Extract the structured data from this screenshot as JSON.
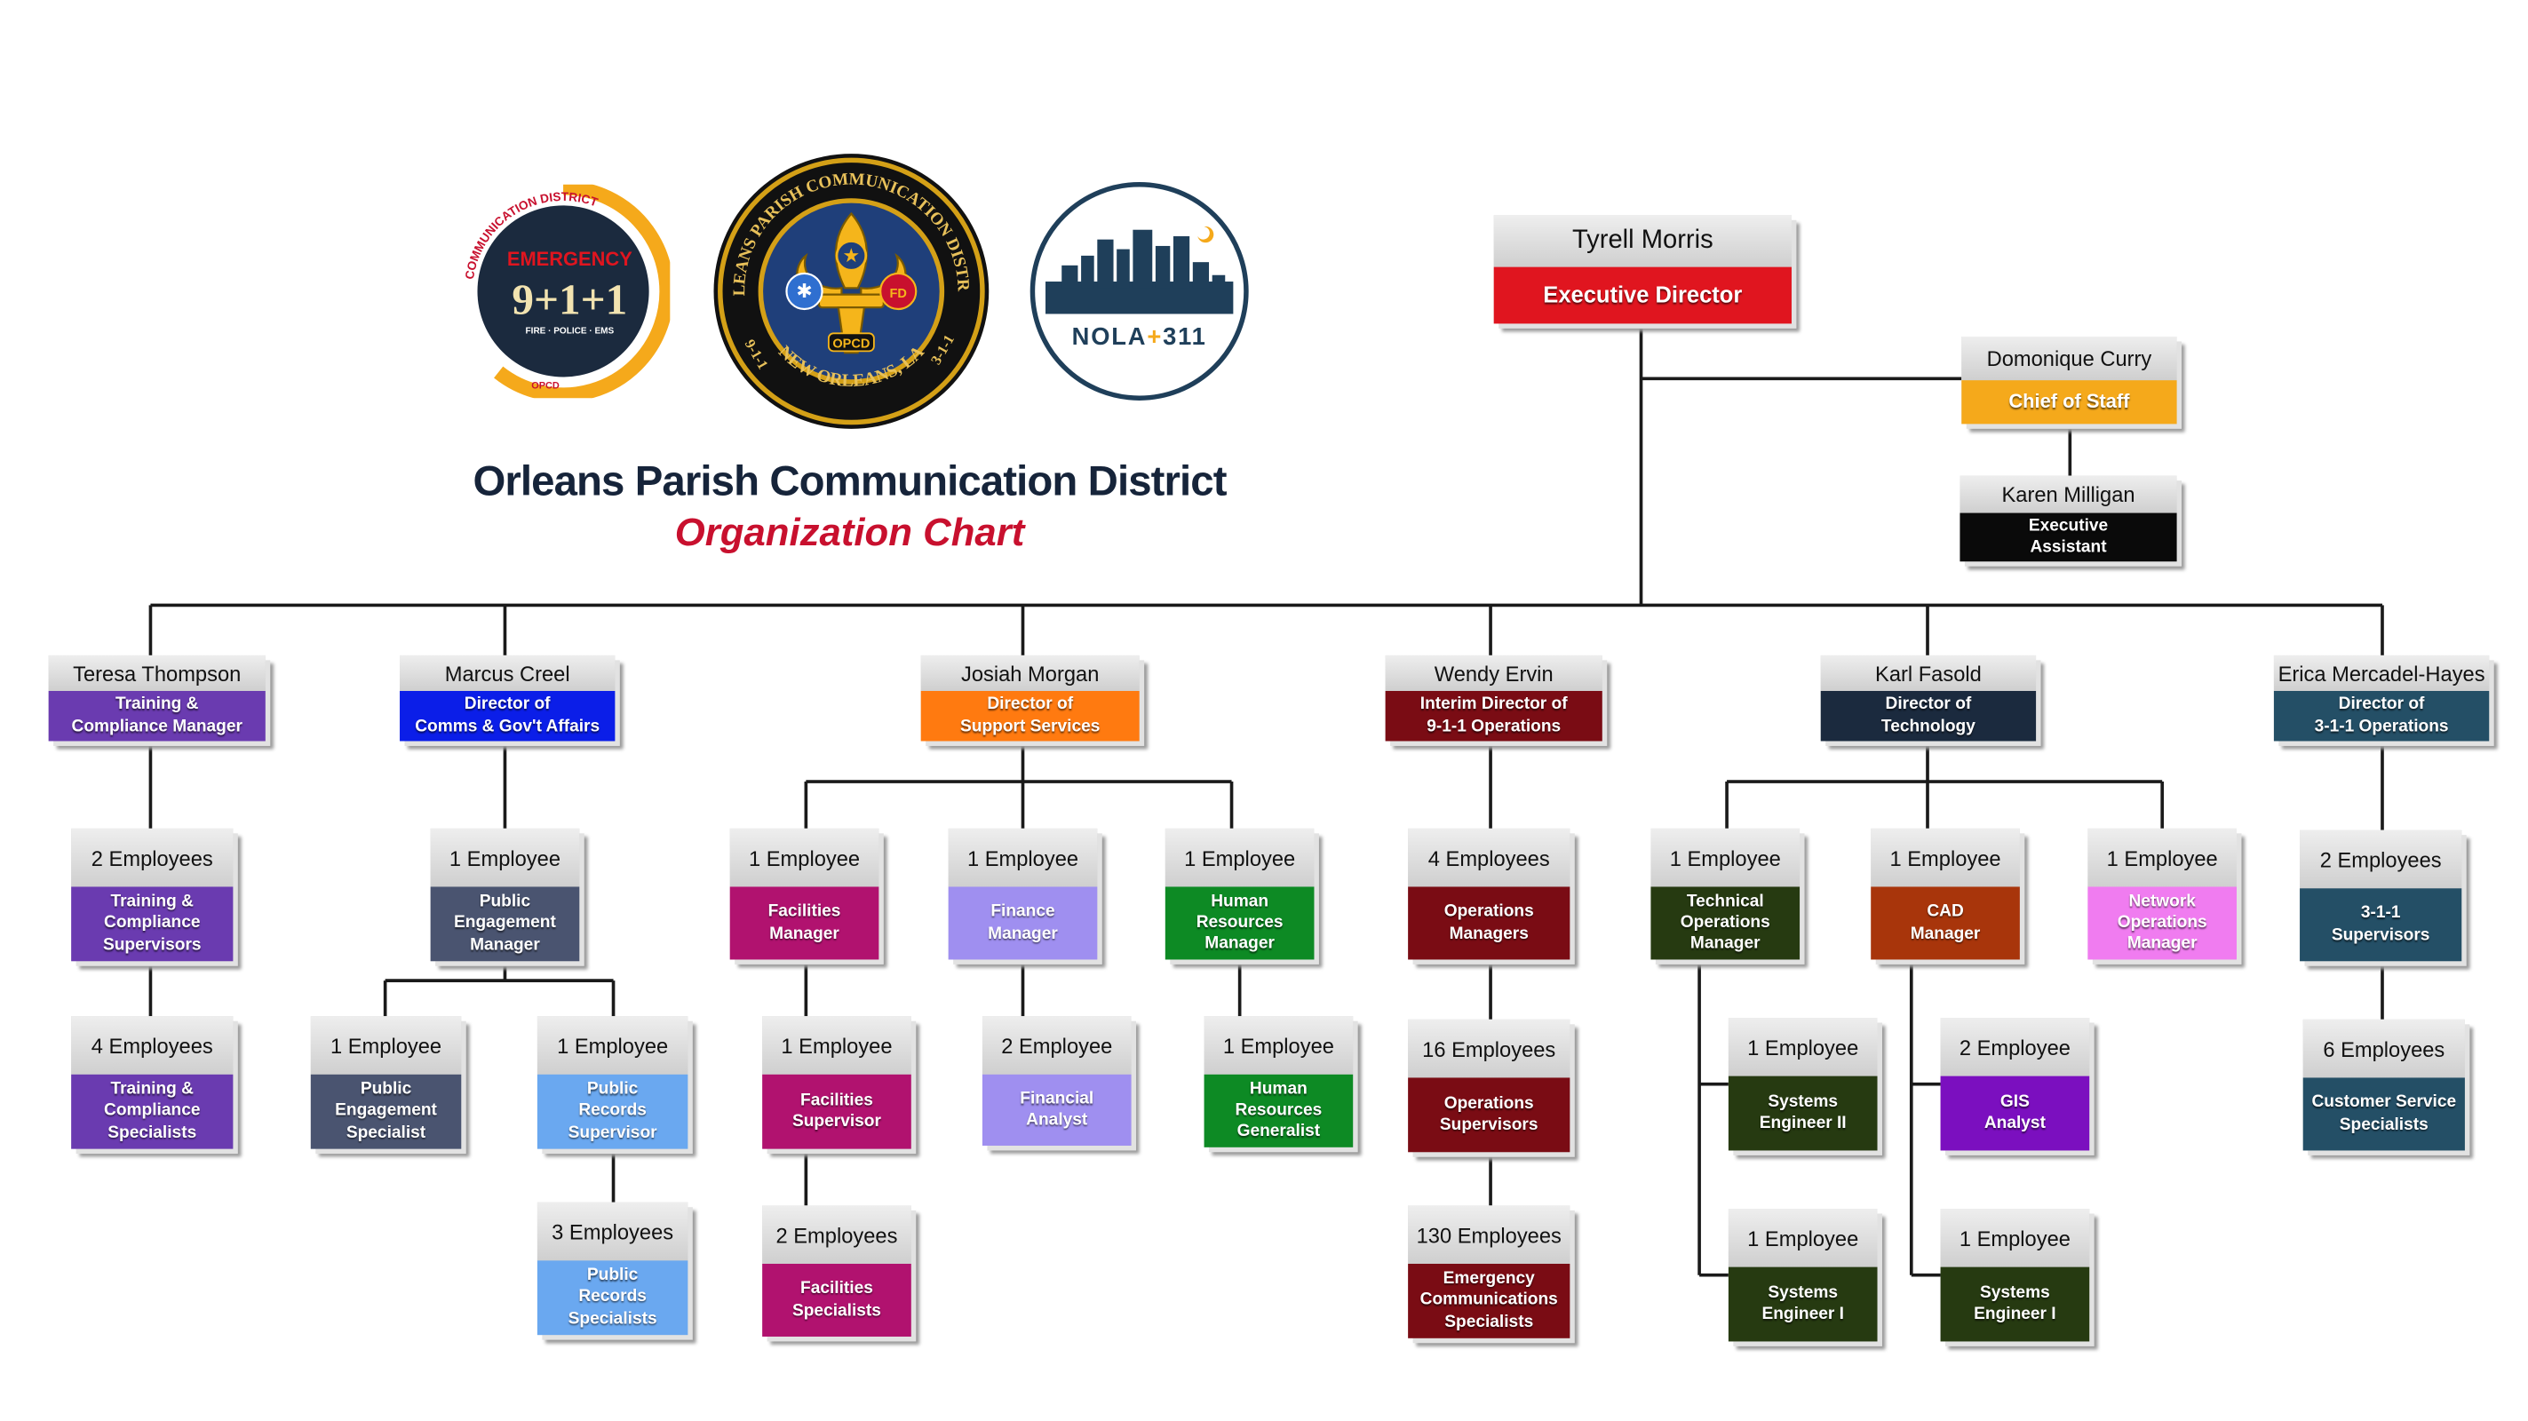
{
  "header": {
    "title": "Orleans Parish Communication District",
    "subtitle": "Organization Chart"
  },
  "logos": {
    "emergency": {
      "ring_text": "COMMUNICATION DISTRICT",
      "word": "EMERGENCY",
      "number": "9+1+1",
      "services": "FIRE · POLICE · EMS",
      "bottom_text": "OPCD"
    },
    "opcd": {
      "top_text": "ORLEANS PARISH COMMUNICATION DISTRICT",
      "bottom_text": "NEW ORLEANS, LA",
      "left_text": "9-1-1",
      "right_text": "3-1-1",
      "badge": "OPCD",
      "fd": "FD"
    },
    "nola": {
      "text": "NOLA",
      "plus": "+",
      "number": "311"
    }
  },
  "colors": {
    "exec": "#e0151f",
    "staff": "#f5a91b",
    "black": "#0a0a0a",
    "purple": "#6a3bb0",
    "blue": "#0b1ee8",
    "slate": "#4a5470",
    "orange": "#ff7a10",
    "magenta": "#b1126f",
    "lavender": "#9f8ff0",
    "green": "#0d8a24",
    "maroon": "#7a0c14",
    "navy": "#1b2a3e",
    "olive": "#263a11",
    "rust": "#a8350b",
    "pink": "#f07cf0",
    "violet": "#7b0fbf",
    "teal": "#244f66",
    "lightblue": "#6aa8f0"
  },
  "org": {
    "exec": {
      "name": "Tyrell Morris",
      "role": "Executive Director"
    },
    "staff": {
      "name": "Domonique Curry",
      "role": "Chief of Staff"
    },
    "assistant": {
      "name": "Karen Milligan",
      "role": "Executive\nAssistant"
    },
    "directors": [
      {
        "name": "Teresa Thompson",
        "role": "Training &\nCompliance Manager"
      },
      {
        "name": "Marcus Creel",
        "role": "Director of\nComms & Gov't Affairs"
      },
      {
        "name": "Josiah Morgan",
        "role": "Director of\nSupport Services"
      },
      {
        "name": "Wendy Ervin",
        "role": "Interim Director of\n9-1-1 Operations"
      },
      {
        "name": "Karl Fasold",
        "role": "Director of\nTechnology"
      },
      {
        "name": "Erica Mercadel-Hayes",
        "role": "Director of\n3-1-1 Operations"
      }
    ],
    "units": [
      {
        "count": "2 Employees",
        "role": "Training &\nCompliance\nSupervisors"
      },
      {
        "count": "4 Employees",
        "role": "Training &\nCompliance\nSpecialists"
      },
      {
        "count": "1 Employee",
        "role": "Public\nEngagement\nManager"
      },
      {
        "count": "1 Employee",
        "role": "Public\nEngagement\nSpecialist"
      },
      {
        "count": "1 Employee",
        "role": "Public\nRecords\nSupervisor"
      },
      {
        "count": "3 Employees",
        "role": "Public\nRecords\nSpecialists"
      },
      {
        "count": "1 Employee",
        "role": "Facilities\nManager"
      },
      {
        "count": "1 Employee",
        "role": "Facilities\nSupervisor"
      },
      {
        "count": "2 Employees",
        "role": "Facilities\nSpecialists"
      },
      {
        "count": "1 Employee",
        "role": "Finance\nManager"
      },
      {
        "count": "2 Employee",
        "role": "Financial\nAnalyst"
      },
      {
        "count": "1 Employee",
        "role": "Human\nResources\nManager"
      },
      {
        "count": "1 Employee",
        "role": "Human\nResources\nGeneralist"
      },
      {
        "count": "4 Employees",
        "role": "Operations\nManagers"
      },
      {
        "count": "16 Employees",
        "role": "Operations\nSupervisors"
      },
      {
        "count": "130 Employees",
        "role": "Emergency\nCommunications\nSpecialists"
      },
      {
        "count": "1 Employee",
        "role": "Technical\nOperations\nManager"
      },
      {
        "count": "1 Employee",
        "role": "Systems\nEngineer II"
      },
      {
        "count": "1 Employee",
        "role": "Systems\nEngineer I"
      },
      {
        "count": "1 Employee",
        "role": "CAD\nManager"
      },
      {
        "count": "2 Employee",
        "role": "GIS\nAnalyst"
      },
      {
        "count": "1 Employee",
        "role": "Systems\nEngineer I"
      },
      {
        "count": "1 Employee",
        "role": "Network\nOperations\nManager"
      },
      {
        "count": "2 Employees",
        "role": "3-1-1\nSupervisors"
      },
      {
        "count": "6 Employees",
        "role": "Customer Service\nSpecialists"
      }
    ]
  }
}
